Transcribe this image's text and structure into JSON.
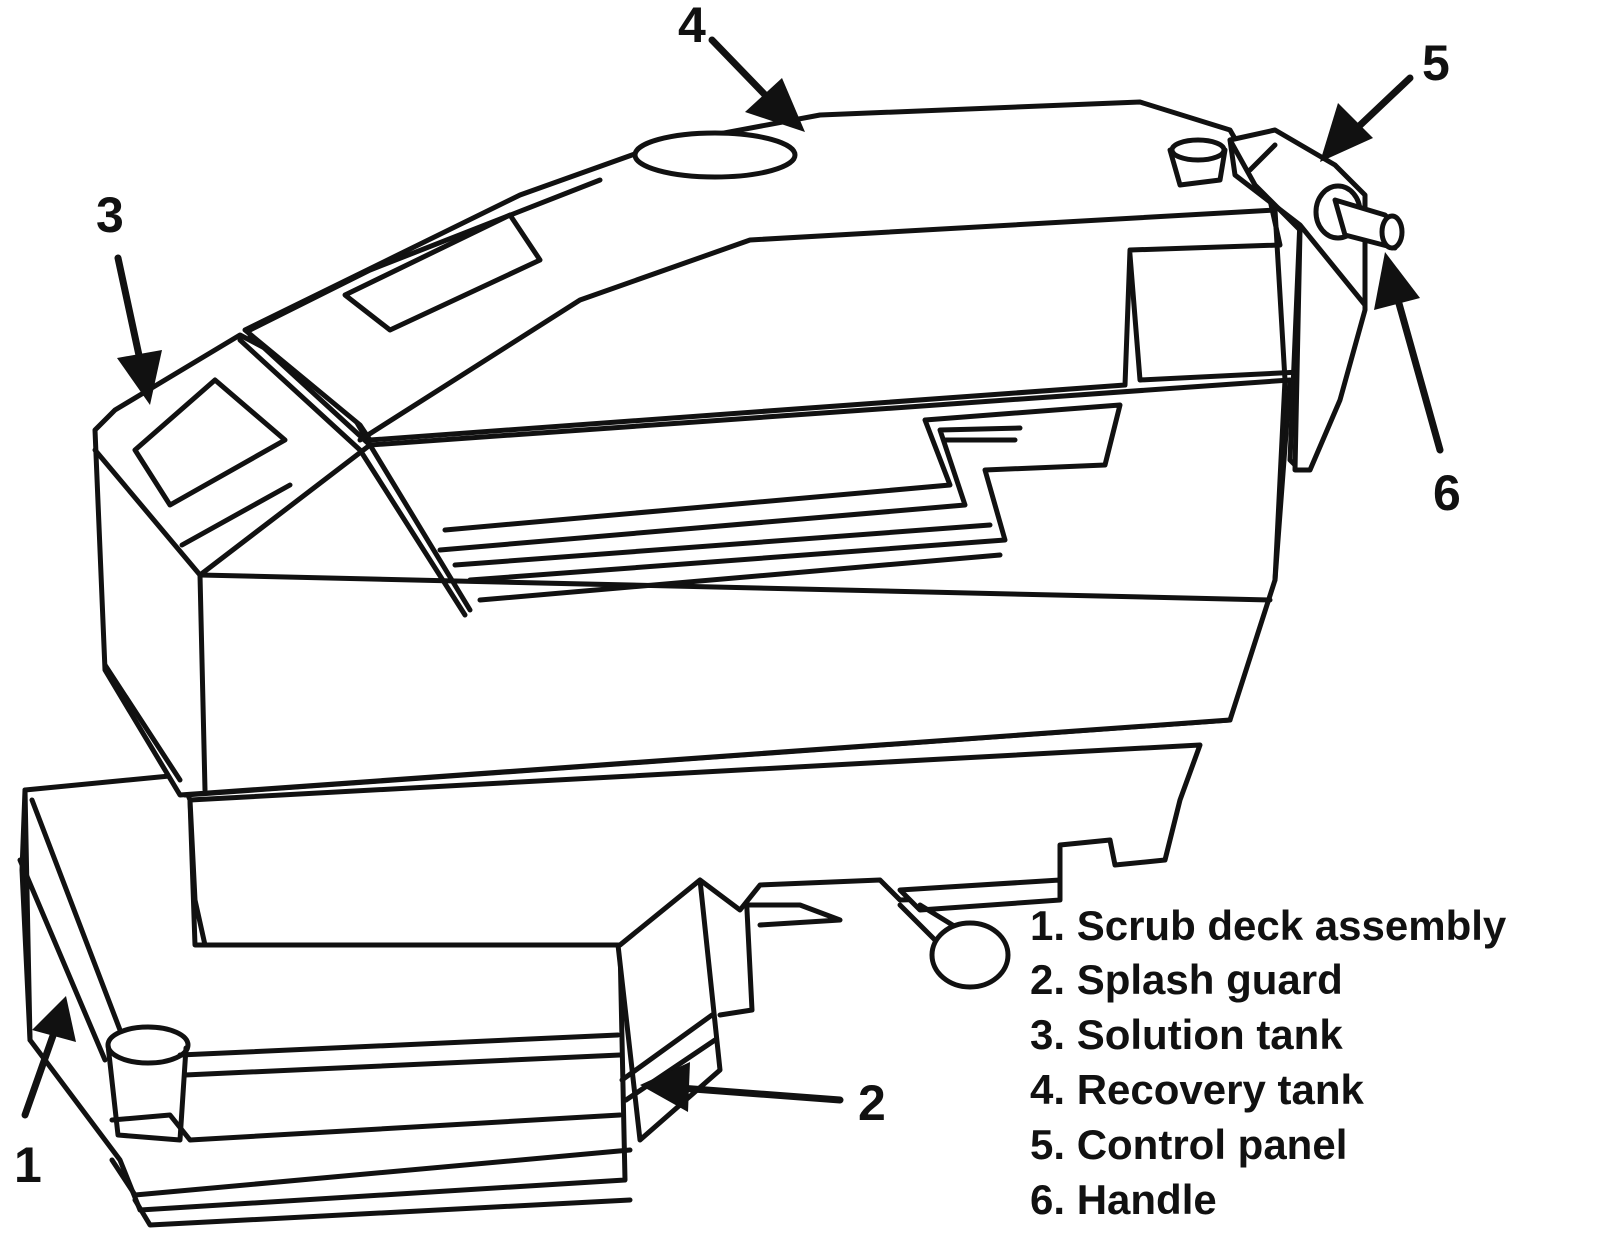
{
  "callouts": [
    {
      "num": "1",
      "label": "Scrub deck assembly"
    },
    {
      "num": "2",
      "label": "Splash guard"
    },
    {
      "num": "3",
      "label": "Solution tank"
    },
    {
      "num": "4",
      "label": "Recovery tank"
    },
    {
      "num": "5",
      "label": "Control panel"
    },
    {
      "num": "6",
      "label": "Handle"
    }
  ],
  "legend": [
    "1. Scrub deck assembly",
    "2. Splash guard",
    "3. Solution tank",
    "4. Recovery tank",
    "5. Control panel",
    "6. Handle"
  ]
}
